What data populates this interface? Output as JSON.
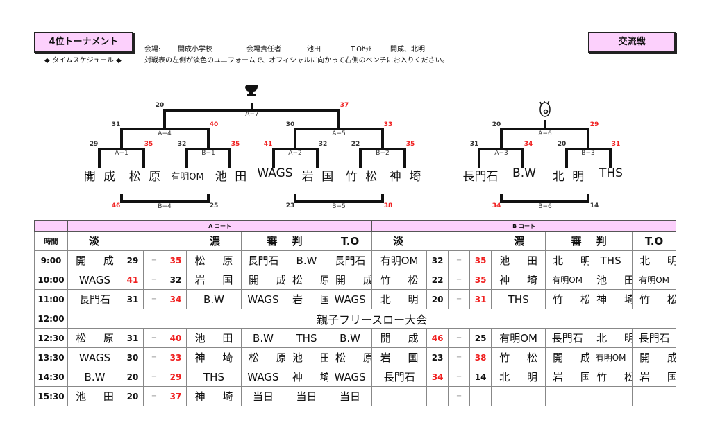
{
  "header": {
    "title": "4位トーナメント",
    "right_title": "交流戦",
    "schedule_label": "◆ タイムスケジュール ◆",
    "venue_label": "会場:",
    "venue": "開成小学校",
    "manager_label": "会場責任者",
    "manager": "池田",
    "to_label": "T.Oｾｯﾄ",
    "to": "開成、北明",
    "note": "対戦表の左側が淡色のユニフォームで、オフィシャルに向かって右側のベンチにお入りください。"
  },
  "bracket": {
    "teams": [
      "開 成",
      "松 原",
      "有明OM",
      "池 田",
      "WAGS",
      "岩 国",
      "竹 松",
      "神 埼",
      "長門石",
      "B.W",
      "北 明",
      "THS"
    ],
    "matches": {
      "A1": {
        "label": "A−1",
        "l": "29",
        "r": "35"
      },
      "B1": {
        "label": "B−1",
        "l": "32",
        "r": "35"
      },
      "A2": {
        "label": "A−2",
        "l": "41",
        "r": "32"
      },
      "B2": {
        "label": "B−2",
        "l": "22",
        "r": "35"
      },
      "A4": {
        "label": "A−4",
        "l": "31",
        "r": "40"
      },
      "A5": {
        "label": "A−5",
        "l": "30",
        "r": "33"
      },
      "A7": {
        "label": "A−7",
        "l": "20",
        "r": "37"
      },
      "B4": {
        "label": "B−4",
        "l": "46",
        "r": "25"
      },
      "B5": {
        "label": "B−5",
        "l": "23",
        "r": "38"
      },
      "A3": {
        "label": "A−3",
        "l": "31",
        "r": "34"
      },
      "B3": {
        "label": "B−3",
        "l": "20",
        "r": "31"
      },
      "A6": {
        "label": "A−6",
        "l": "20",
        "r": "29"
      },
      "B6": {
        "label": "B−6",
        "l": "34",
        "r": "14"
      }
    },
    "icons": [
      "trophy-icon",
      "ok-hand-icon"
    ]
  },
  "table": {
    "court_a": "A コート",
    "court_b": "B コート",
    "headers": {
      "time": "時間",
      "light": "淡",
      "dark": "濃",
      "referee": "審 判",
      "to": "T.O"
    },
    "rows": [
      {
        "time": "9:00",
        "a": [
          "開 成",
          "29",
          "−",
          "35",
          "松 原",
          "長門石",
          "B.W",
          "長門石"
        ],
        "b": [
          "有明OM",
          "32",
          "−",
          "35",
          "池 田",
          "北 明",
          "THS",
          "北 明"
        ]
      },
      {
        "time": "10:00",
        "a": [
          "WAGS",
          "41",
          "−",
          "32",
          "岩 国",
          "開 成",
          "松 原",
          "開 成"
        ],
        "b": [
          "竹 松",
          "22",
          "−",
          "35",
          "神 埼",
          "有明OM",
          "池 田",
          "有明OM"
        ]
      },
      {
        "time": "11:00",
        "a": [
          "長門石",
          "31",
          "−",
          "34",
          "B.W",
          "WAGS",
          "岩 国",
          "WAGS"
        ],
        "b": [
          "北 明",
          "20",
          "−",
          "31",
          "THS",
          "竹 松",
          "神 埼",
          "竹 松"
        ]
      },
      {
        "time": "12:00",
        "event": "親子フリースロー大会"
      },
      {
        "time": "12:30",
        "a": [
          "松 原",
          "31",
          "−",
          "40",
          "池 田",
          "B.W",
          "THS",
          "B.W"
        ],
        "b": [
          "開 成",
          "46",
          "−",
          "25",
          "有明OM",
          "長門石",
          "北 明",
          "長門石"
        ]
      },
      {
        "time": "13:30",
        "a": [
          "WAGS",
          "30",
          "−",
          "33",
          "神 埼",
          "松 原",
          "池 田",
          "松 原"
        ],
        "b": [
          "岩 国",
          "23",
          "−",
          "38",
          "竹 松",
          "開 成",
          "有明OM",
          "開 成"
        ]
      },
      {
        "time": "14:30",
        "a": [
          "B.W",
          "20",
          "−",
          "29",
          "THS",
          "WAGS",
          "神 埼",
          "WAGS"
        ],
        "b": [
          "長門石",
          "34",
          "−",
          "14",
          "北 明",
          "岩 国",
          "竹 松",
          "岩 国"
        ]
      },
      {
        "time": "15:30",
        "a": [
          "池 田",
          "20",
          "−",
          "37",
          "神 埼",
          "当日",
          "当日",
          "当日"
        ],
        "b": [
          "",
          "",
          "−",
          "",
          "",
          "",
          "",
          ""
        ]
      }
    ]
  },
  "colors": {
    "pink": "#fcd0fc",
    "winner_red": "#f02020"
  }
}
